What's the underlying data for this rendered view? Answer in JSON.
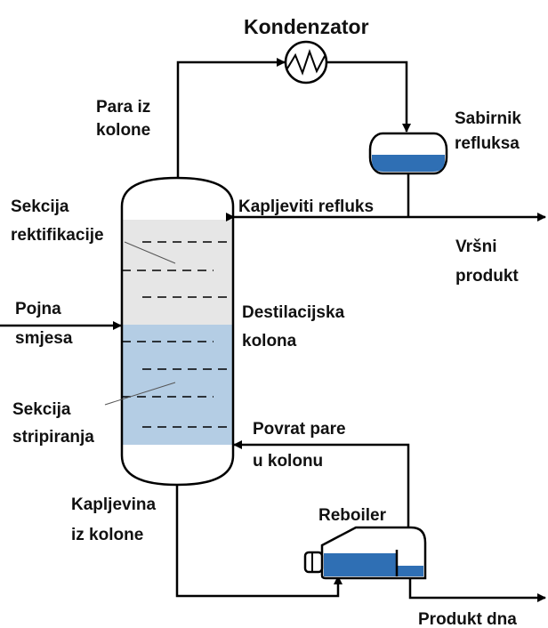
{
  "colors": {
    "line": "#000000",
    "rectification_fill": "#e6e6e6",
    "stripping_fill": "#b4cde4",
    "liquid": "#2f6fb4"
  },
  "labels": {
    "condenser": "Kondenzator",
    "vapor_from_column_1": "Para iz",
    "vapor_from_column_2": "kolone",
    "reflux_drum_1": "Sabirnik",
    "reflux_drum_2": "refluksa",
    "liquid_reflux": "Kapljeviti refluks",
    "top_product_1": "Vršni",
    "top_product_2": "produkt",
    "rectification_1": "Sekcija",
    "rectification_2": "rektifikacije",
    "feed_1": "Pojna",
    "feed_2": "smjesa",
    "column_1": "Destilacijska",
    "column_2": "kolona",
    "stripping_1": "Sekcija",
    "stripping_2": "stripiranja",
    "vapor_return_1": "Povrat pare",
    "vapor_return_2": "u kolonu",
    "liquid_from_column_1": "Kapljevina",
    "liquid_from_column_2": "iz kolone",
    "reboiler": "Reboiler",
    "bottom_product": "Produkt dna"
  }
}
